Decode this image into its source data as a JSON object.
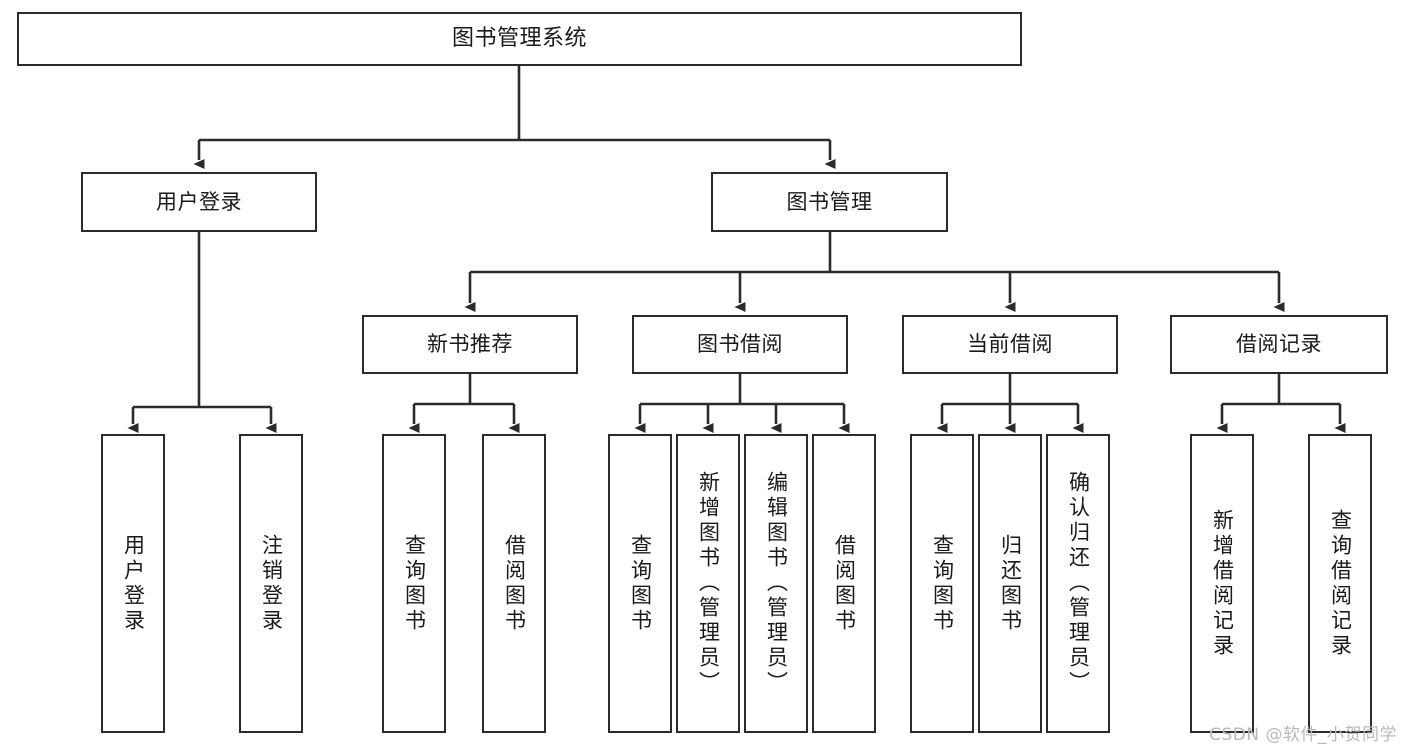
{
  "diagram": {
    "title": "图书管理系统",
    "type": "tree-hierarchy",
    "watermark": "CSDN @软件_小贺同学",
    "root": {
      "id": "root",
      "label": "图书管理系统"
    },
    "level2": [
      {
        "id": "user-login",
        "label": "用户登录"
      },
      {
        "id": "book-manage",
        "label": "图书管理"
      }
    ],
    "level3": [
      {
        "id": "new-book-rec",
        "label": "新书推荐",
        "parent": "book-manage"
      },
      {
        "id": "book-borrow",
        "label": "图书借阅",
        "parent": "book-manage"
      },
      {
        "id": "current-borrow",
        "label": "当前借阅",
        "parent": "book-manage"
      },
      {
        "id": "borrow-record",
        "label": "借阅记录",
        "parent": "book-manage"
      }
    ],
    "leaves": [
      {
        "id": "leaf-user-login",
        "label": "用户登录",
        "parent": "user-login"
      },
      {
        "id": "leaf-logout",
        "label": "注销登录",
        "parent": "user-login"
      },
      {
        "id": "leaf-query-book-1",
        "label": "查询图书",
        "parent": "new-book-rec"
      },
      {
        "id": "leaf-borrow-book-1",
        "label": "借阅图书",
        "parent": "new-book-rec"
      },
      {
        "id": "leaf-query-book-2",
        "label": "查询图书",
        "parent": "book-borrow"
      },
      {
        "id": "leaf-add-book",
        "label": "新增图书（管理员）",
        "parent": "book-borrow"
      },
      {
        "id": "leaf-edit-book",
        "label": "编辑图书（管理员）",
        "parent": "book-borrow"
      },
      {
        "id": "leaf-borrow-book-2",
        "label": "借阅图书",
        "parent": "book-borrow"
      },
      {
        "id": "leaf-query-book-3",
        "label": "查询图书",
        "parent": "current-borrow"
      },
      {
        "id": "leaf-return-book",
        "label": "归还图书",
        "parent": "current-borrow"
      },
      {
        "id": "leaf-confirm-return",
        "label": "确认归还（管理员）",
        "parent": "current-borrow"
      },
      {
        "id": "leaf-add-record",
        "label": "新增借阅记录",
        "parent": "borrow-record"
      },
      {
        "id": "leaf-query-record",
        "label": "查询借阅记录",
        "parent": "borrow-record"
      }
    ],
    "colors": {
      "stroke": "#2b2b2b",
      "fill": "#ffffff",
      "text": "#1a1a1a",
      "watermark": "#b9b9b9"
    }
  }
}
